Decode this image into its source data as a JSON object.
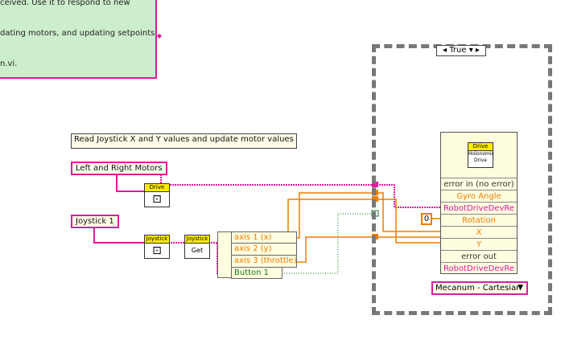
{
  "comment": {
    "lines": [
      "ceived.  Use it to respond to new",
      "dating motors, and updating setpoints",
      "n.vi."
    ]
  },
  "read_label": "Read Joystick X and Y values and update motor values",
  "controls": {
    "left_right_motors": "Left and Right Motors",
    "joystick_1": "Joystick 1"
  },
  "vis": {
    "drive_get": {
      "header": "Drive",
      "glyph": "⊡"
    },
    "joystick_ref": {
      "header": "Joystick",
      "glyph": "⊡"
    },
    "joystick_get": {
      "header": "Joystick",
      "body": "Get"
    }
  },
  "unbundle": {
    "axis1": "axis 1 (x)",
    "axis2": "axis 2 (y)",
    "axis3": "axis 3 (throttle)",
    "button1": "Button 1"
  },
  "case": {
    "selector": "True",
    "arrow": "▾"
  },
  "node": {
    "header": "Drive",
    "subtitle": "Holonomic Drive",
    "terminals": [
      "error in (no error)",
      "Gyro Angle",
      "RobotDriveDevRe",
      "Rotation",
      "X",
      "Y",
      "error out",
      "RobotDriveDevRe"
    ]
  },
  "const_zero": "0",
  "enum_value": "Mecanum - Cartesian",
  "colors": {
    "pink_wire": "#e0199f",
    "orange_wire": "#f07c00",
    "green_wire": "#1a7a1a",
    "comment_bg": "#cdeecc"
  }
}
